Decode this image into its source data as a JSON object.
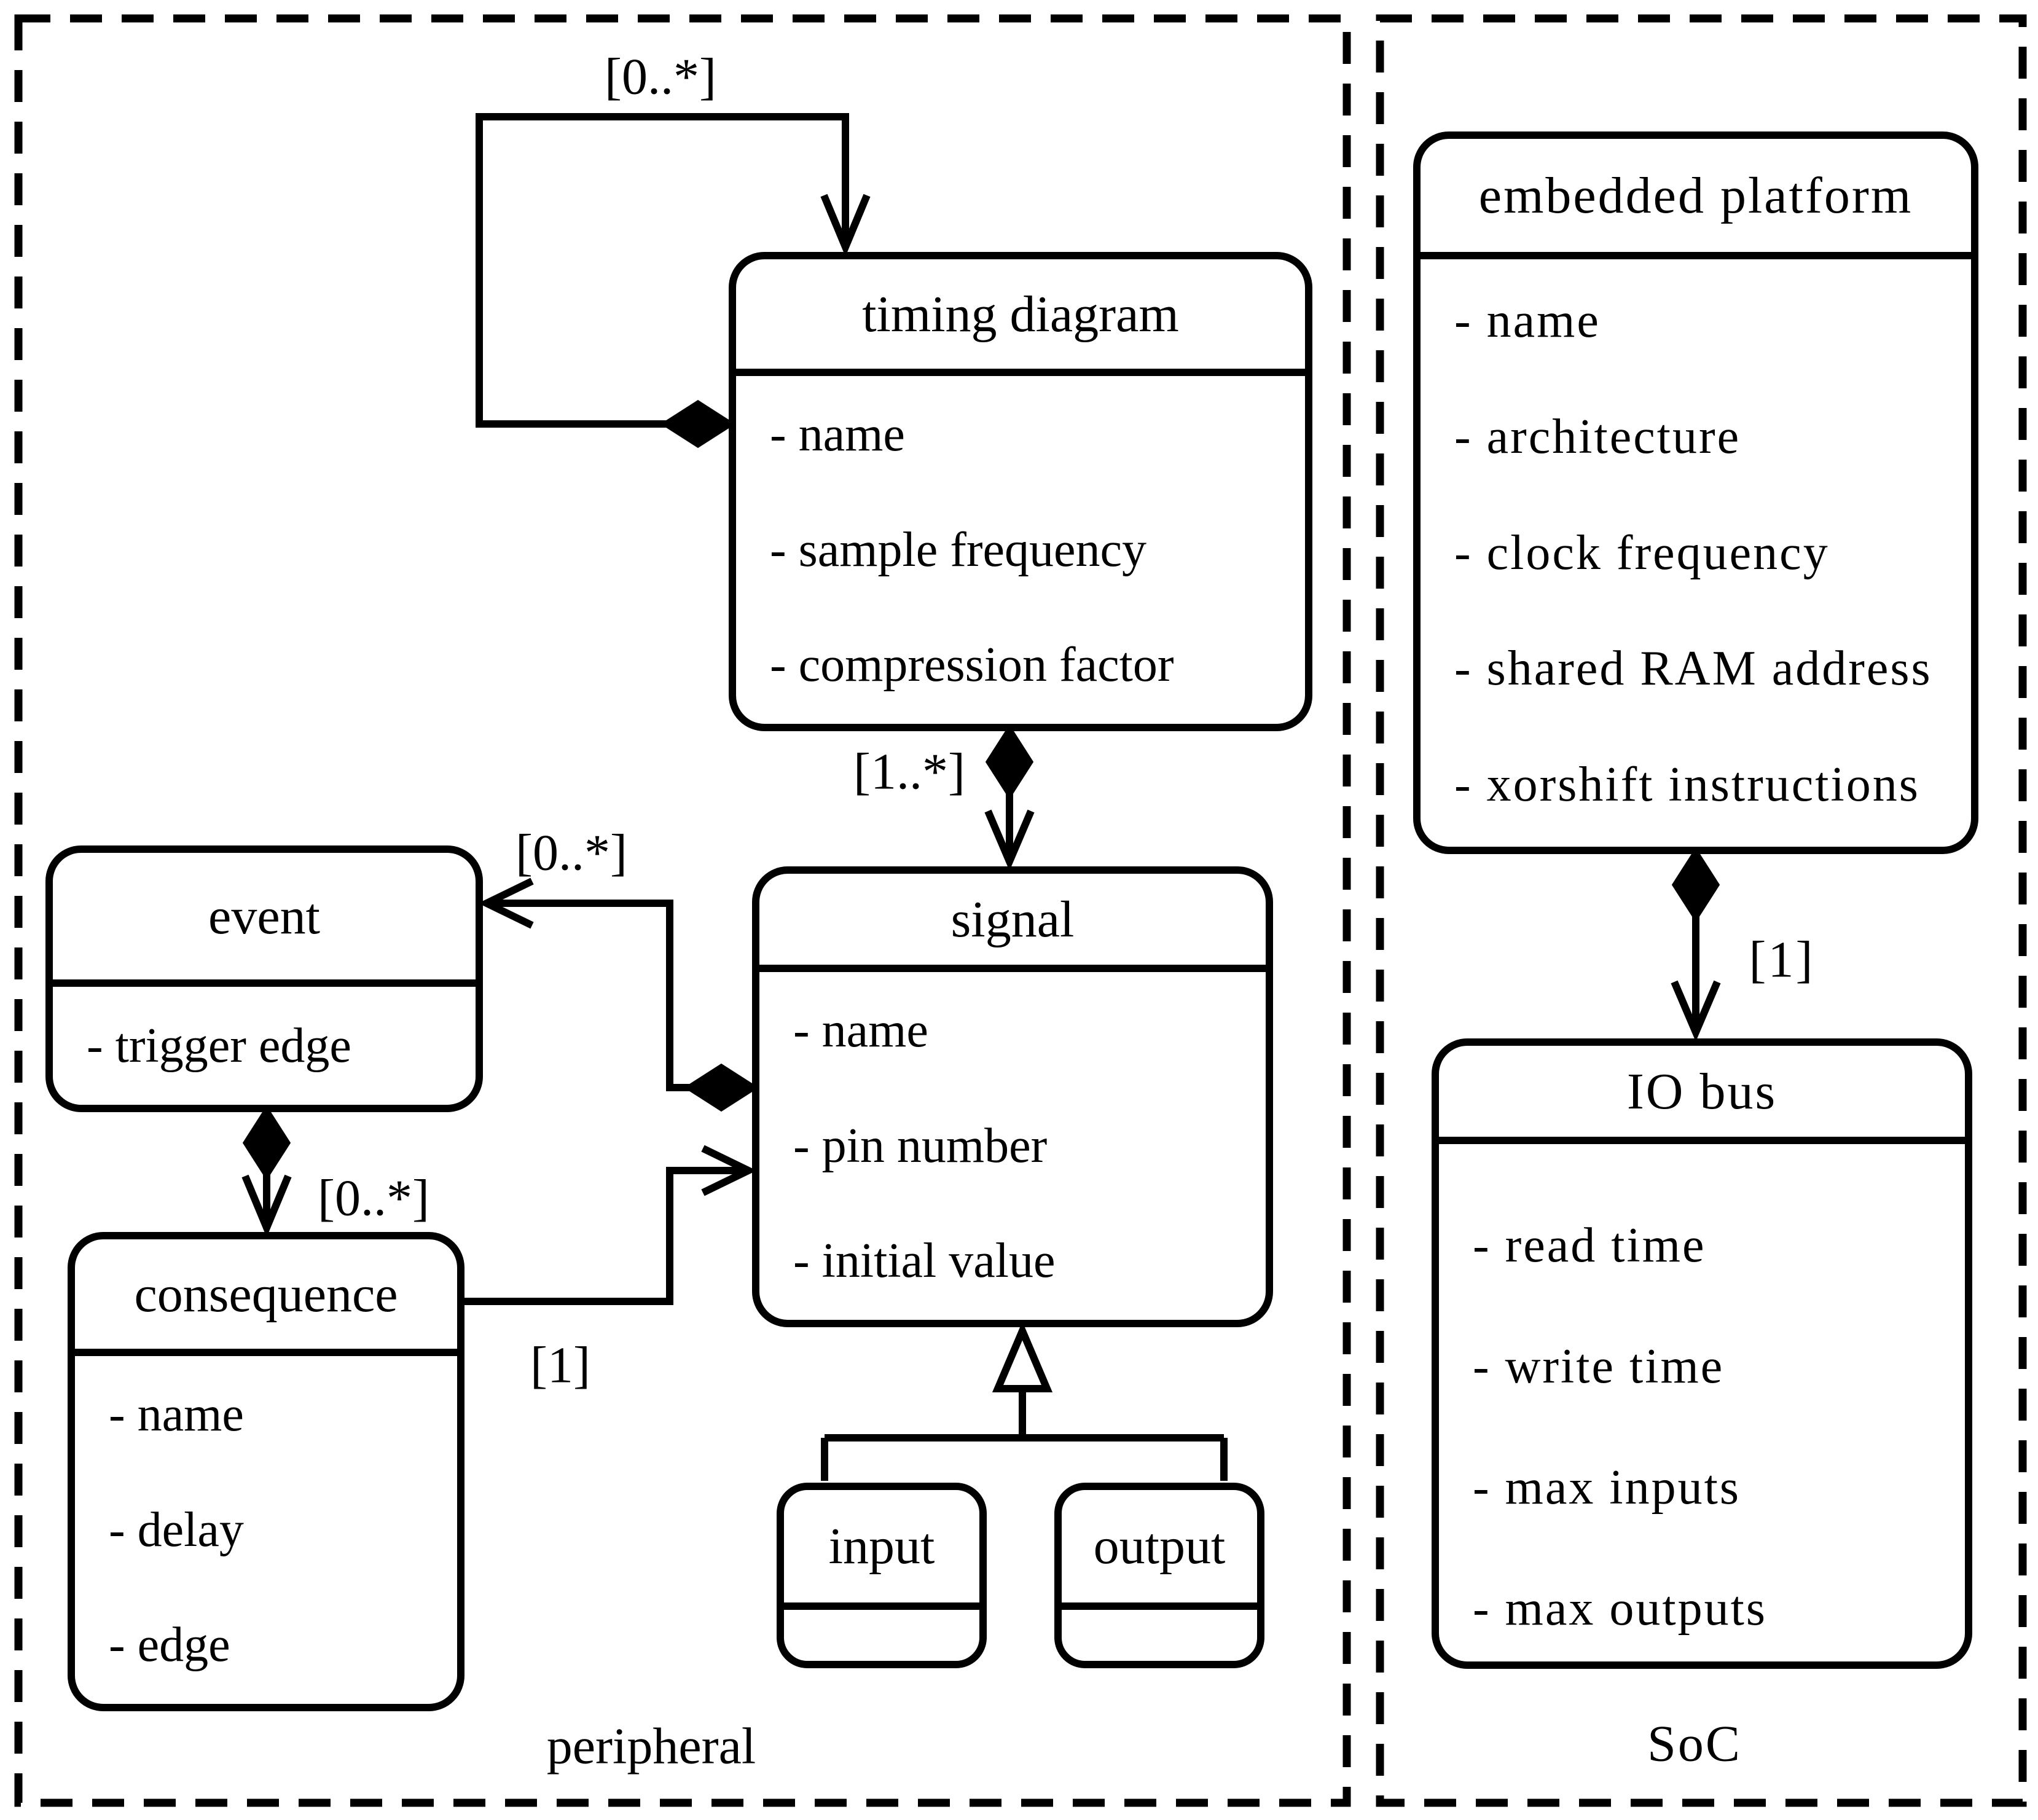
{
  "containers": {
    "peripheral": "peripheral",
    "soc": "SoC"
  },
  "classes": {
    "timing_diagram": {
      "title": "timing diagram",
      "attributes": [
        "- name",
        "- sample frequency",
        "- compression factor"
      ]
    },
    "signal": {
      "title": "signal",
      "attributes": [
        "- name",
        "- pin number",
        "- initial value"
      ]
    },
    "event": {
      "title": "event",
      "attributes": [
        "- trigger edge"
      ]
    },
    "consequence": {
      "title": "consequence",
      "attributes": [
        "- name",
        "- delay",
        "- edge"
      ]
    },
    "input": {
      "title": "input",
      "attributes": []
    },
    "output": {
      "title": "output",
      "attributes": []
    },
    "embedded_platform": {
      "title": "embedded platform",
      "attributes": [
        "- name",
        "- architecture",
        "- clock frequency",
        "- shared RAM address",
        "- xorshift instructions"
      ]
    },
    "io_bus": {
      "title": "IO bus",
      "attributes": [
        "- read time",
        "- write time",
        "- max inputs",
        "- max outputs"
      ]
    }
  },
  "relationships": [
    {
      "from": "timing diagram",
      "to": "timing diagram",
      "type": "composition-self",
      "multiplicity": "[0..*]"
    },
    {
      "from": "timing diagram",
      "to": "signal",
      "type": "composition",
      "multiplicity": "[1..*]"
    },
    {
      "from": "signal",
      "to": "event",
      "type": "composition",
      "multiplicity": "[0..*]"
    },
    {
      "from": "event",
      "to": "consequence",
      "type": "composition",
      "multiplicity": "[0..*]"
    },
    {
      "from": "consequence",
      "to": "signal",
      "type": "association",
      "multiplicity": "[1]"
    },
    {
      "from": "input",
      "to": "signal",
      "type": "generalization",
      "multiplicity": ""
    },
    {
      "from": "output",
      "to": "signal",
      "type": "generalization",
      "multiplicity": ""
    },
    {
      "from": "embedded platform",
      "to": "IO bus",
      "type": "composition",
      "multiplicity": "[1]"
    }
  ]
}
